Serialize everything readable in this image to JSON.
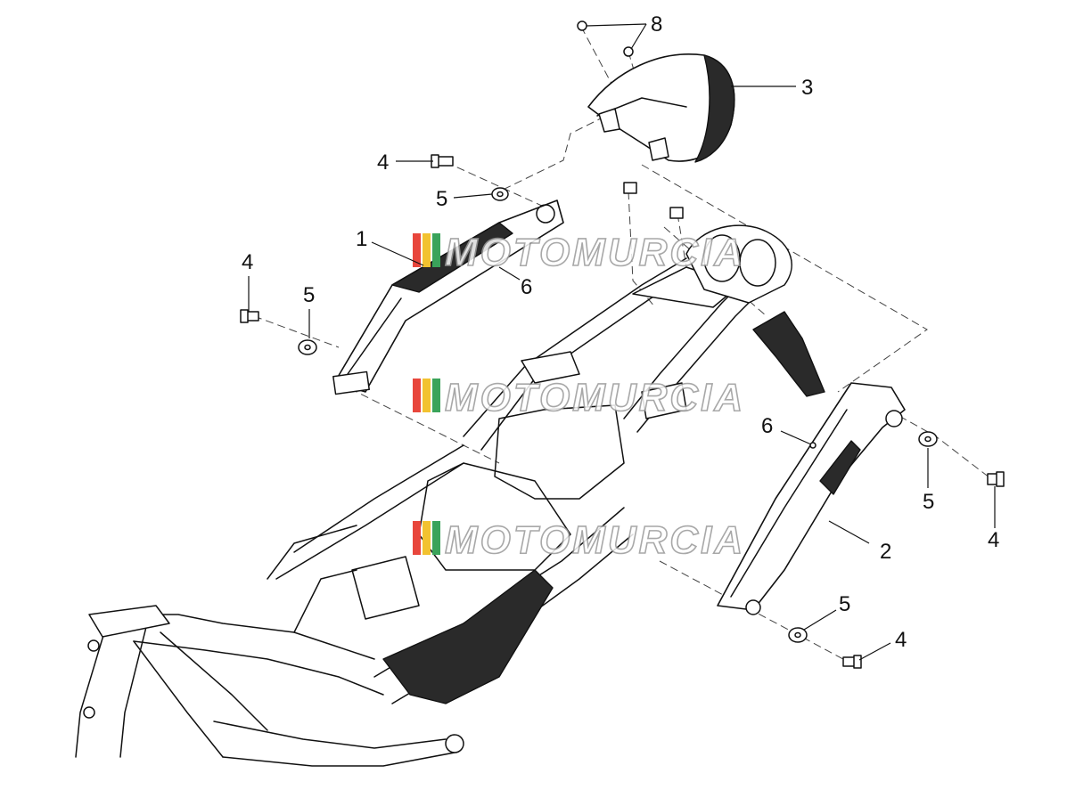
{
  "diagram": {
    "callouts": [
      {
        "id": "c1",
        "label": "1"
      },
      {
        "id": "c2",
        "label": "2"
      },
      {
        "id": "c3",
        "label": "3"
      },
      {
        "id": "c4a",
        "label": "4"
      },
      {
        "id": "c4b",
        "label": "4"
      },
      {
        "id": "c4c",
        "label": "4"
      },
      {
        "id": "c4d",
        "label": "4"
      },
      {
        "id": "c5a",
        "label": "5"
      },
      {
        "id": "c5b",
        "label": "5"
      },
      {
        "id": "c5c",
        "label": "5"
      },
      {
        "id": "c5d",
        "label": "5"
      },
      {
        "id": "c6a",
        "label": "6"
      },
      {
        "id": "c6b",
        "label": "6"
      },
      {
        "id": "c8",
        "label": "8"
      }
    ],
    "watermark": {
      "text": "MOTOMURCIA",
      "stripe_colors": [
        "#e8463c",
        "#f2c230",
        "#3aa35a"
      ]
    }
  }
}
